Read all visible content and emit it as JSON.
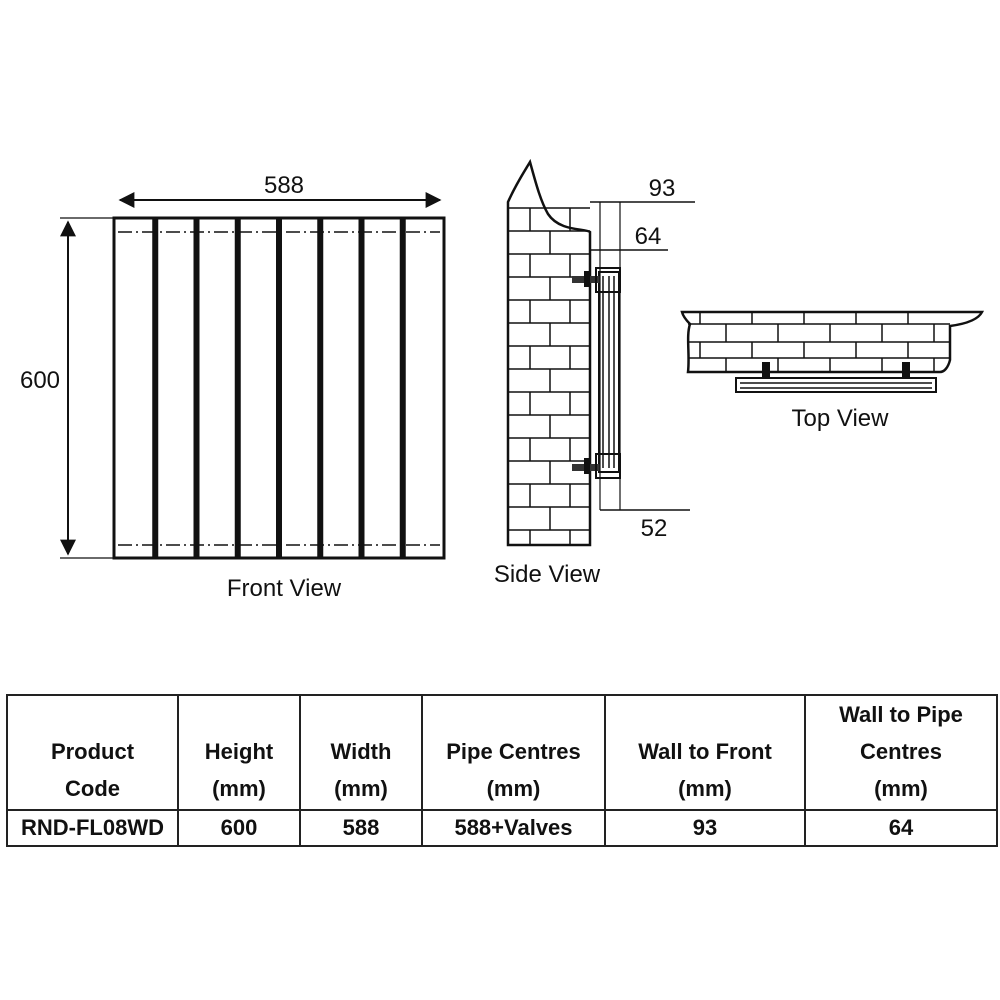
{
  "views": {
    "front": {
      "label": "Front View",
      "width_dim": "588",
      "height_dim": "600",
      "column_count": 8
    },
    "side": {
      "label": "Side View",
      "wall_to_front_dim": "93",
      "wall_to_pipe_dim": "64",
      "bottom_dim": "52"
    },
    "top": {
      "label": "Top View"
    }
  },
  "colors": {
    "line": "#111111",
    "background": "#ffffff",
    "border": "#222222"
  },
  "table": {
    "headers": [
      {
        "lines": [
          "Product",
          "Code"
        ]
      },
      {
        "lines": [
          "Height",
          "(mm)"
        ]
      },
      {
        "lines": [
          "Width",
          "(mm)"
        ]
      },
      {
        "lines": [
          "Pipe Centres",
          "(mm)"
        ]
      },
      {
        "lines": [
          "Wall to Front",
          "(mm)"
        ]
      },
      {
        "lines": [
          "Wall to Pipe",
          "Centres",
          "(mm)"
        ]
      }
    ],
    "rows": [
      [
        "RND-FL08WD",
        "600",
        "588",
        "588+Valves",
        "93",
        "64"
      ]
    ]
  }
}
